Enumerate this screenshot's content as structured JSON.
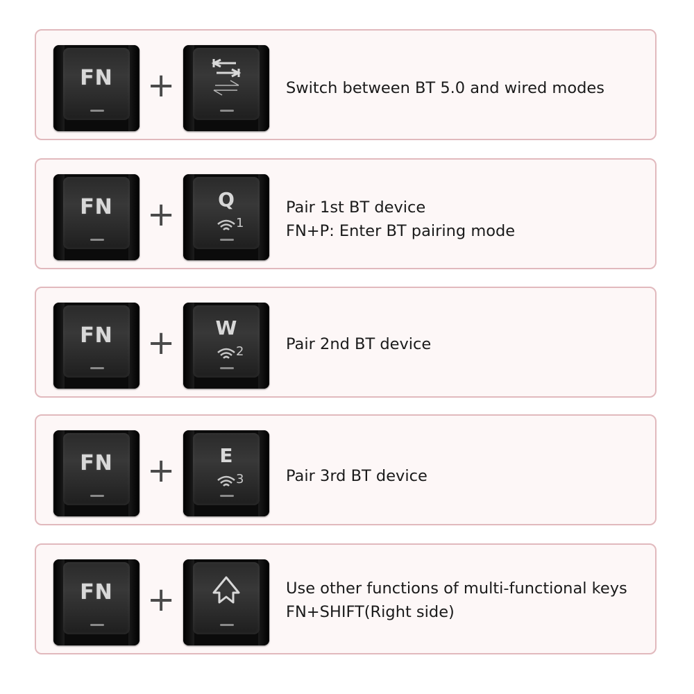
{
  "rows": [
    {
      "fn_key": "FN",
      "plus": "+",
      "second_key": {
        "icon": "mode-switch-arrows-icon"
      },
      "description": [
        "Switch between BT 5.0 and wired modes"
      ]
    },
    {
      "fn_key": "FN",
      "plus": "+",
      "second_key": {
        "letter": "Q",
        "icon": "wifi-icon",
        "number": "1"
      },
      "description": [
        "Pair 1st BT device",
        "FN+P: Enter BT pairing mode"
      ]
    },
    {
      "fn_key": "FN",
      "plus": "+",
      "second_key": {
        "letter": "W",
        "icon": "wifi-icon",
        "number": "2"
      },
      "description": [
        "Pair 2nd BT device"
      ]
    },
    {
      "fn_key": "FN",
      "plus": "+",
      "second_key": {
        "letter": "E",
        "icon": "wifi-icon",
        "number": "3"
      },
      "description": [
        "Pair 3rd BT device"
      ]
    },
    {
      "fn_key": "FN",
      "plus": "+",
      "second_key": {
        "icon": "shift-arrow-icon"
      },
      "description": [
        "Use other functions of multi-functional keys",
        "FN+SHIFT(Right side)"
      ]
    }
  ],
  "colors": {
    "row_border": "#e1b9bd",
    "row_background": "#fdf7f7",
    "key_body": "#0b0b0b",
    "legend": "#d8d8d8",
    "text": "#1a1a1a",
    "plus": "#4a4a4a"
  }
}
